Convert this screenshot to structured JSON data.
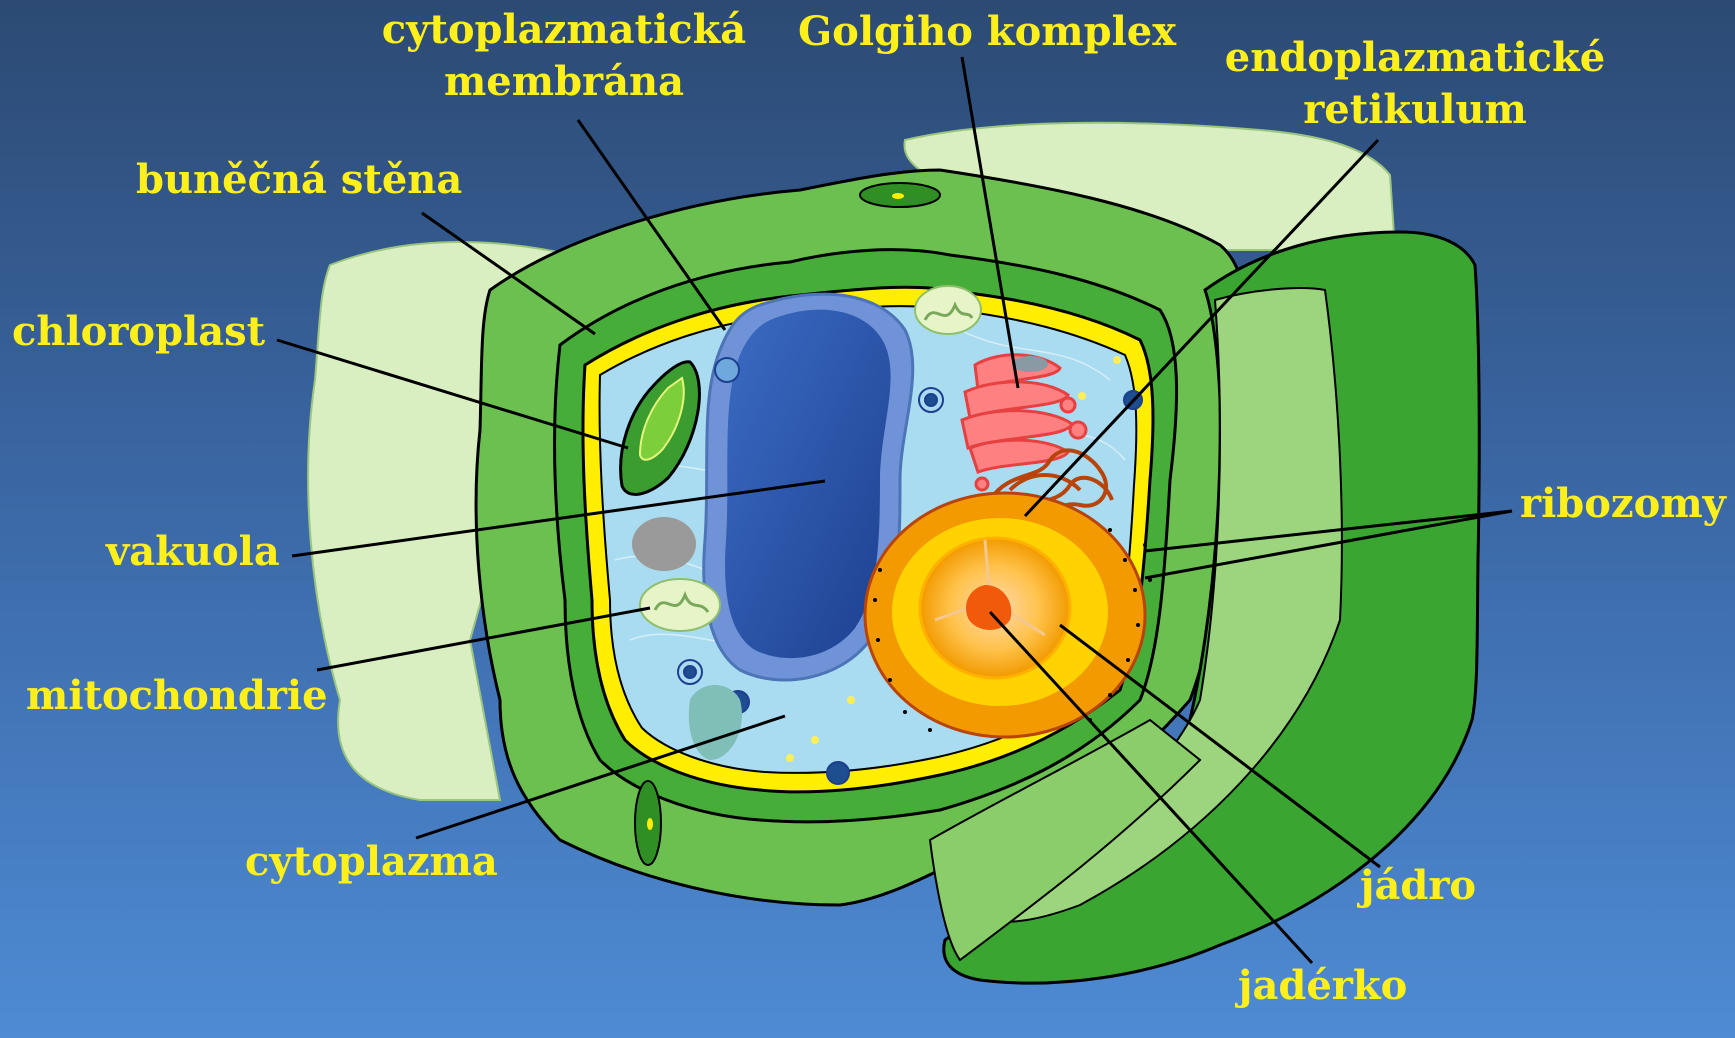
{
  "colors": {
    "label": "#ffef1a",
    "leader_line": "#000000",
    "background_top": "#2c4a73",
    "background_bottom": "#4e8bd4",
    "cell_wall_light": "#d9efc1",
    "cell_wall": "#6cc04f",
    "cell_wall_dark": "#3aa531",
    "membrane": "#ffee00",
    "cytoplasm": "#a9dcf0",
    "vacuole": "#2e57a8",
    "nucleus": "#f7b600",
    "golgi": "#ff6b6b",
    "chloroplast": "#3b9c2f"
  },
  "labels": {
    "cytoplasmic_membrane": [
      "cytoplazmatická",
      "membrána"
    ],
    "golgi_complex": "Golgiho komplex",
    "endoplasmic_reticulum": [
      "endoplazmatické",
      "retikulum"
    ],
    "cell_wall": "buněčná stěna",
    "chloroplast": "chloroplast",
    "ribosomes": "ribozomy",
    "vacuole": "vakuola",
    "mitochondria": "mitochondrie",
    "cytoplasm": "cytoplazma",
    "nucleus": "jádro",
    "nucleolus": "jadérko"
  }
}
